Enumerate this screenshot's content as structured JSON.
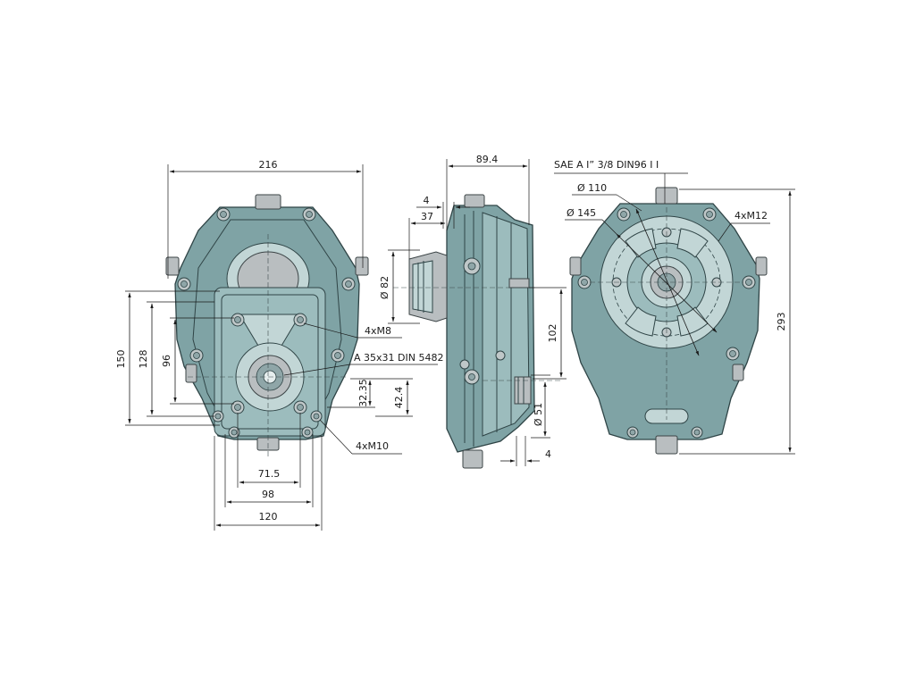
{
  "front_view": {
    "width_overall": "216",
    "height_150": "150",
    "height_128": "128",
    "height_96": "96",
    "offset_32_35": "32.35",
    "offset_42_4": "42.4",
    "bolt_spacing_71_5": "71.5",
    "bolt_spacing_98": "98",
    "bolt_spacing_120": "120",
    "thread_m8": "4xM8",
    "spline": "A 35x31 DIN 5482",
    "thread_m10": "4xM10"
  },
  "side_view": {
    "depth_89_4": "89.4",
    "flange_4": "4",
    "shaft_37": "37",
    "diameter_82": "Ø 82",
    "height_102": "102",
    "diameter_51": "Ø 51",
    "bottom_4": "4"
  },
  "rear_view": {
    "sae_spec": "SAE A I” 3/8 DIN96 I I",
    "diameter_110": "Ø 110",
    "diameter_145": "Ø 145",
    "thread_m12": "4xM12",
    "height_293": "293"
  },
  "colors": {
    "housing": "#7fa3a5",
    "panel": "#9cbcbd",
    "light": "#c2d6d6",
    "outline": "#2f4446",
    "dimension": "#1a1a1a"
  }
}
